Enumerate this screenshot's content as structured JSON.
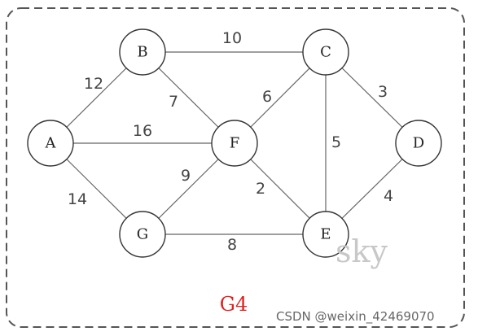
{
  "graph": {
    "caption": "G4",
    "caption_color": "#e02020",
    "nodes": [
      {
        "id": "A",
        "label": "A"
      },
      {
        "id": "B",
        "label": "B"
      },
      {
        "id": "C",
        "label": "C"
      },
      {
        "id": "D",
        "label": "D"
      },
      {
        "id": "E",
        "label": "E"
      },
      {
        "id": "F",
        "label": "F"
      },
      {
        "id": "G",
        "label": "G"
      }
    ],
    "edges": [
      {
        "from": "B",
        "to": "C",
        "weight": "10"
      },
      {
        "from": "A",
        "to": "B",
        "weight": "12"
      },
      {
        "from": "B",
        "to": "F",
        "weight": "7"
      },
      {
        "from": "C",
        "to": "F",
        "weight": "6"
      },
      {
        "from": "C",
        "to": "D",
        "weight": "3"
      },
      {
        "from": "A",
        "to": "F",
        "weight": "16"
      },
      {
        "from": "C",
        "to": "E",
        "weight": "5"
      },
      {
        "from": "F",
        "to": "G",
        "weight": "9"
      },
      {
        "from": "F",
        "to": "E",
        "weight": "2"
      },
      {
        "from": "D",
        "to": "E",
        "weight": "4"
      },
      {
        "from": "A",
        "to": "G",
        "weight": "14"
      },
      {
        "from": "G",
        "to": "E",
        "weight": "8"
      }
    ]
  },
  "watermarks": {
    "overlay_text": "sky",
    "credit": "CSDN @weixin_42469070"
  }
}
